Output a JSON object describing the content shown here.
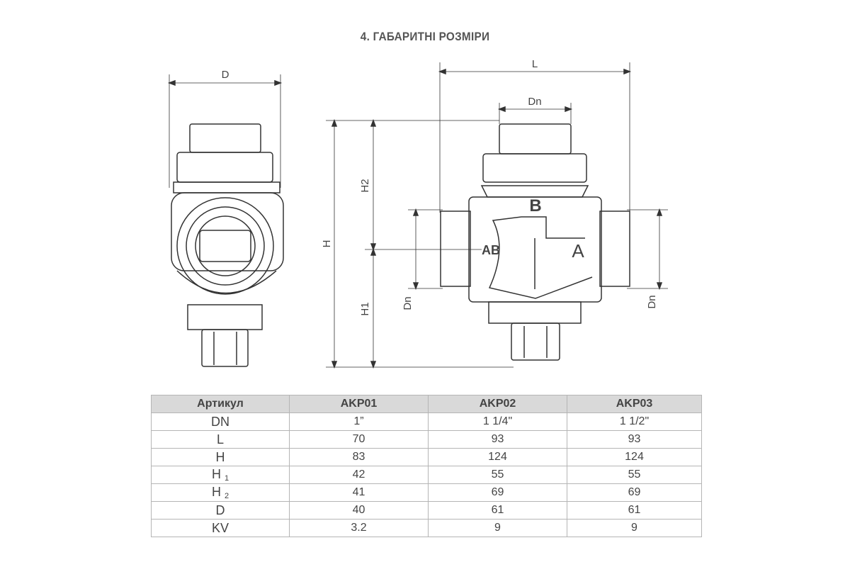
{
  "title": "4. ГАБАРИТНІ РОЗМІРИ",
  "drawing": {
    "side_view": {
      "dim_d": "D"
    },
    "front_view": {
      "dim_l": "L",
      "dim_dn_top": "Dn",
      "dim_h": "H",
      "dim_h1": "H1",
      "dim_h2": "H2",
      "dim_dn_left": "Dn",
      "dim_dn_right": "Dn",
      "port_b": "B",
      "port_ab": "AB",
      "port_a": "A"
    }
  },
  "table": {
    "headers": [
      "Артикул",
      "AKP01",
      "AKP02",
      "AKP03"
    ],
    "rows": [
      {
        "label": "DN",
        "sub": "",
        "values": [
          "1”",
          "1 1/4\"",
          "1 1/2\""
        ]
      },
      {
        "label": "L",
        "sub": "",
        "values": [
          "70",
          "93",
          "93"
        ]
      },
      {
        "label": "H",
        "sub": "",
        "values": [
          "83",
          "124",
          "124"
        ]
      },
      {
        "label": "H ",
        "sub": "1",
        "values": [
          "42",
          "55",
          "55"
        ]
      },
      {
        "label": "H ",
        "sub": "2",
        "values": [
          "41",
          "69",
          "69"
        ]
      },
      {
        "label": "D",
        "sub": "",
        "values": [
          "40",
          "61",
          "61"
        ]
      },
      {
        "label": "KV",
        "sub": "",
        "values": [
          "3.2",
          "9",
          "9"
        ]
      }
    ]
  }
}
